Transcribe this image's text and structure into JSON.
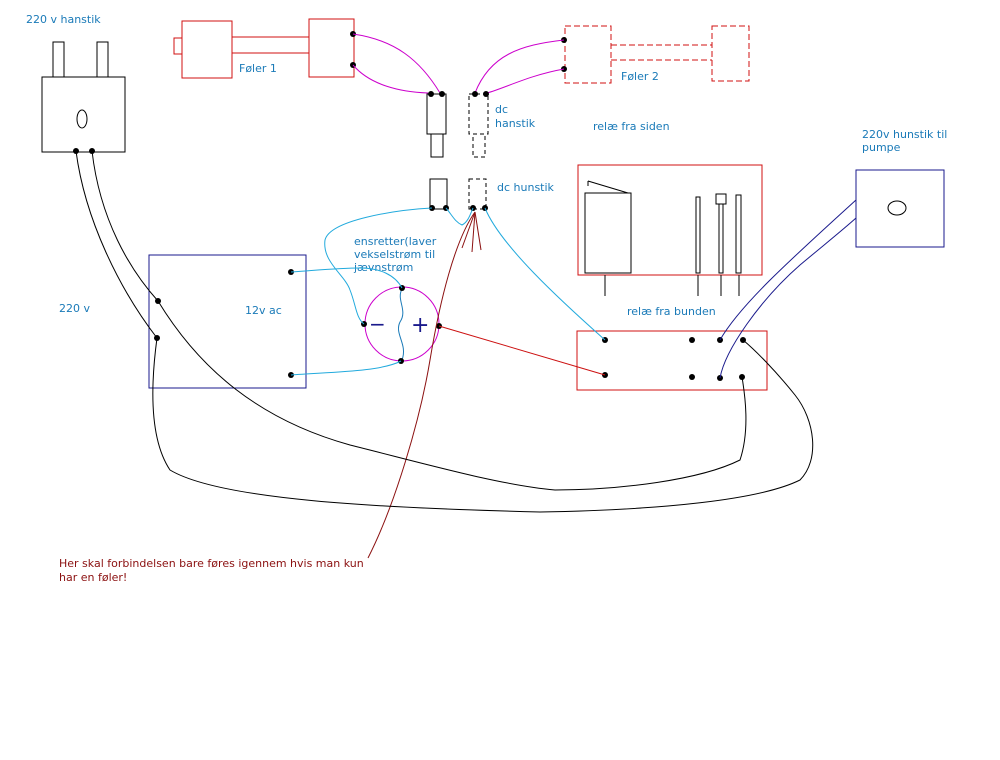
{
  "labels": {
    "plug_220v": "220 v hanstik",
    "sensor1": "Føler 1",
    "sensor2": "Føler 2",
    "dc_male_line1": "dc",
    "dc_male_line2": "hanstik",
    "dc_female": "dc hunstik",
    "relay_side": "relæ fra siden",
    "pump_socket_line1": "220v hunstik til",
    "pump_socket_line2": "pumpe",
    "rectifier_line1": "ensretter(laver",
    "rectifier_line2": "vekselstrøm til",
    "rectifier_line3": "jævnstrøm",
    "transformer": "12v ac",
    "mains": "220 v",
    "relay_bottom": "relæ fra bunden",
    "rect_minus": "−",
    "rect_plus": "+",
    "note_line1": "Her skal forbindelsen bare føres igennem hvis man kun",
    "note_line2": "har en føler!"
  },
  "colors": {
    "label_blue": "#1a7ab8",
    "note_darkred": "#8b1010",
    "sensor_red": "#d01010",
    "wire_magenta": "#cc00cc",
    "wire_cyan": "#22aadd",
    "wire_red": "#cc1010",
    "transformer_navy": "#1a1a8c",
    "wire_black": "#000000"
  }
}
